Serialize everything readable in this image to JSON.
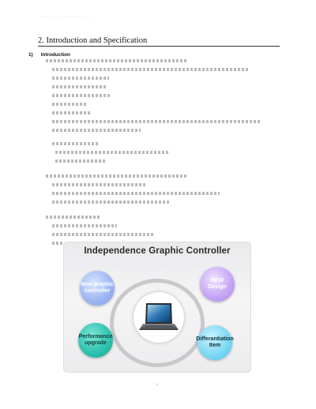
{
  "header": {
    "running_head": "· ·· · · · ·· · · · · · · · · · · · · · · ·",
    "section_title": "2. Introduction and Specification",
    "subhead_number": "1)",
    "subhead_title": "Introduction"
  },
  "figure": {
    "title": "Independence Graphic Controller",
    "bubbles": [
      {
        "line1": "New graphic",
        "line2": "controller"
      },
      {
        "line1": "NEW",
        "line2": "Design"
      },
      {
        "line1": "Performance",
        "line2": "upgrade"
      },
      {
        "line1": "Differantiation",
        "line2": "Item"
      }
    ]
  },
  "page_number": "1"
}
